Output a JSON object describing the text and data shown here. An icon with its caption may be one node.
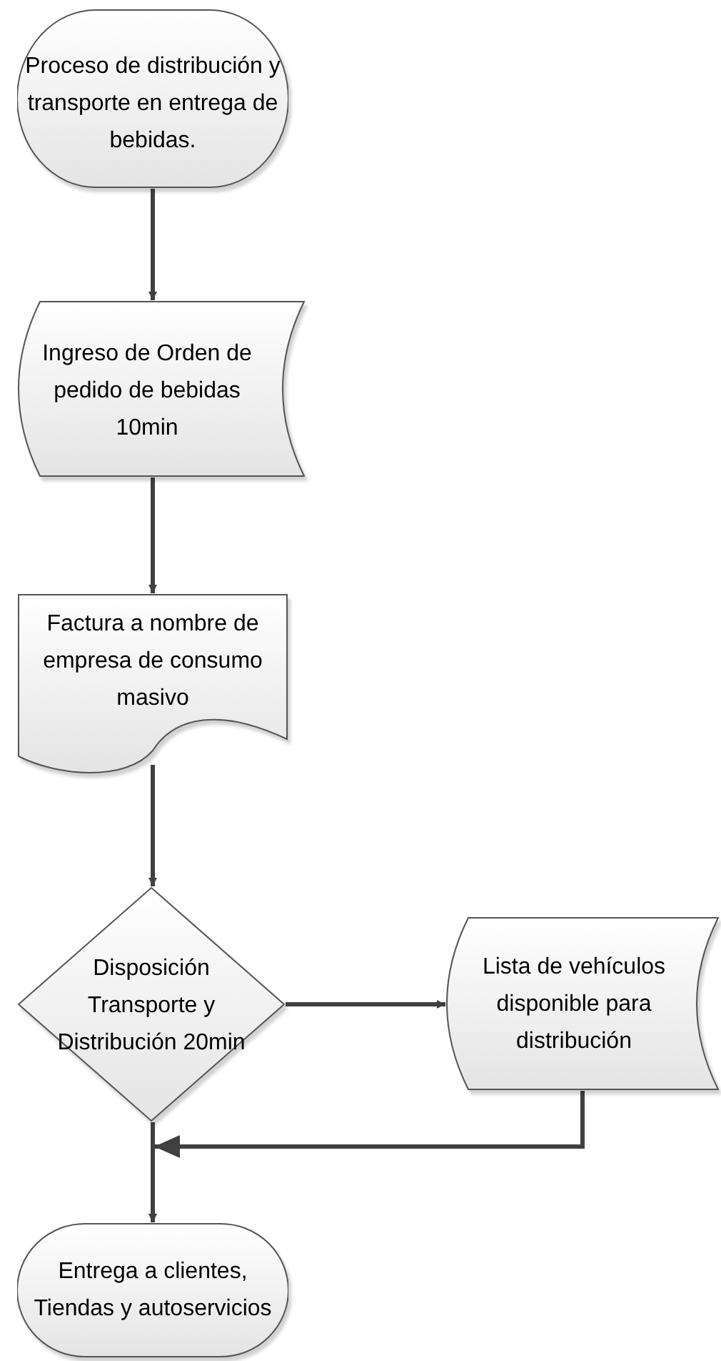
{
  "diagram": {
    "nodes": [
      {
        "text": [
          "Proceso de distribución y transporte en entrega de bebidas."
        ]
      },
      {
        "text": [
          "Ingreso de Orden de pedido de bebidas 10min"
        ]
      },
      {
        "text": [
          "Factura a nombre de empresa de consumo masivo"
        ]
      },
      {
        "text": [
          "Disposición Transporte y Distribución 20min"
        ]
      },
      {
        "text": [
          "Lista de vehículos disponible para distribución"
        ]
      },
      {
        "text": [
          "Entrega a clientes, Tiendas y autoservicios"
        ]
      }
    ],
    "edges": [
      {
        "from": 0,
        "to": 1,
        "arrow": "to"
      },
      {
        "from": 1,
        "to": 2,
        "arrow": "to"
      },
      {
        "from": 2,
        "to": 3,
        "arrow": "to"
      },
      {
        "from": 3,
        "to": 4,
        "arrow": "to"
      },
      {
        "from": 3,
        "to": 5,
        "arrow": "to"
      },
      {
        "from": 4,
        "to": 5,
        "arrow": "to"
      }
    ]
  }
}
